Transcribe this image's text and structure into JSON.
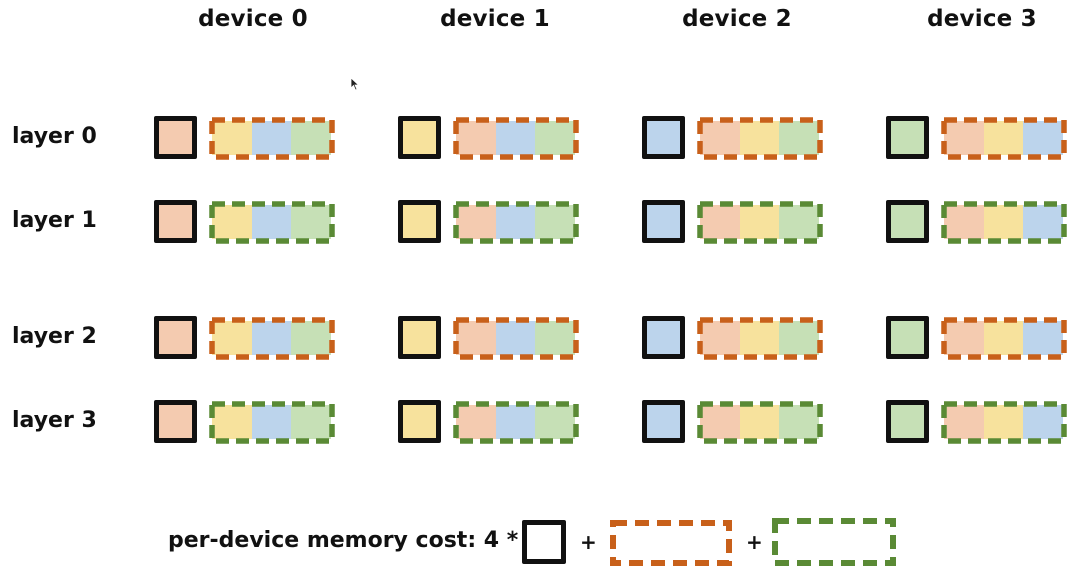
{
  "devices": [
    "device 0",
    "device 1",
    "device 2",
    "device 3"
  ],
  "layers": [
    "layer 0",
    "layer 1",
    "layer 2",
    "layer 3"
  ],
  "colors": {
    "device_fills": [
      "#f4cbb0",
      "#f7e29d",
      "#bcd4ec",
      "#c6e0b6"
    ],
    "owned_border": "#111111",
    "gather_border": "#c8601a",
    "reduce_border": "#5a8a35"
  },
  "grid": {
    "layer_border_type": [
      "gather",
      "reduce",
      "gather",
      "reduce"
    ],
    "owned_shard_by_device": [
      0,
      1,
      2,
      3
    ],
    "other_shards_by_device": [
      [
        1,
        2,
        3
      ],
      [
        0,
        2,
        3
      ],
      [
        0,
        1,
        3
      ],
      [
        0,
        1,
        2
      ]
    ]
  },
  "legend": {
    "label": "per-device memory cost: 4 *",
    "plus1": "+",
    "plus2": "+"
  }
}
